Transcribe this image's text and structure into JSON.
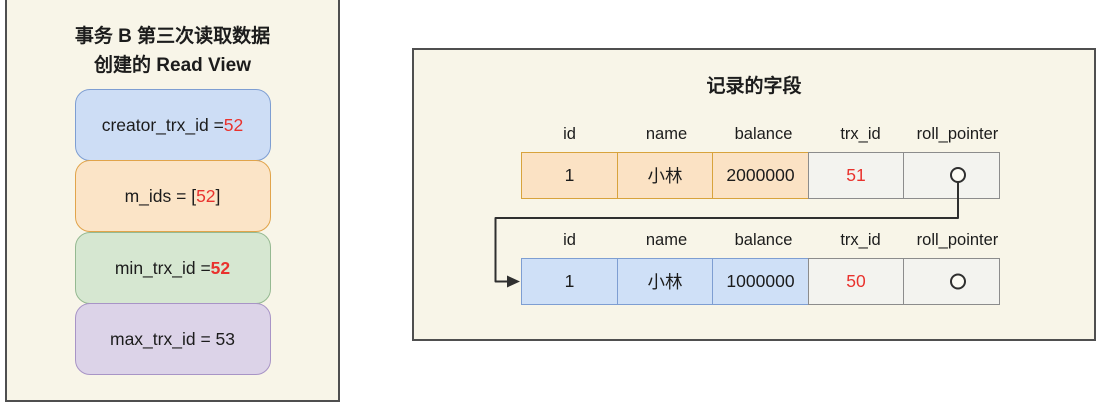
{
  "left_panel": {
    "title_line1": "事务 B 第三次读取数据",
    "title_line2": "创建的 Read View",
    "boxes": [
      {
        "prefix": "creator_trx_id = ",
        "highlight": "52",
        "suffix": ""
      },
      {
        "prefix": "m_ids = [",
        "highlight": "52",
        "suffix": "]"
      },
      {
        "prefix": "min_trx_id = ",
        "highlight": "52",
        "suffix": ""
      },
      {
        "prefix": "max_trx_id = 53",
        "highlight": "",
        "suffix": ""
      }
    ]
  },
  "right_panel": {
    "title": "记录的字段",
    "columns": [
      "id",
      "name",
      "balance",
      "trx_id",
      "roll_pointer"
    ],
    "rows": [
      {
        "id": "1",
        "name": "小林",
        "balance": "2000000",
        "trx_id": "51"
      },
      {
        "id": "1",
        "name": "小林",
        "balance": "1000000",
        "trx_id": "50"
      }
    ]
  },
  "colors": {
    "background": "#f8f5e8",
    "panel_border": "#4f4f4f",
    "highlight_red": "#e9322d",
    "box_blue": "#cdddf5",
    "box_orange": "#fbe4c7",
    "box_green": "#d6e7d1",
    "box_purple": "#dcd3e8",
    "cell_orange": "#fbe2c4",
    "cell_blue": "#cfe0f7",
    "cell_gray": "#f3f3ef"
  }
}
